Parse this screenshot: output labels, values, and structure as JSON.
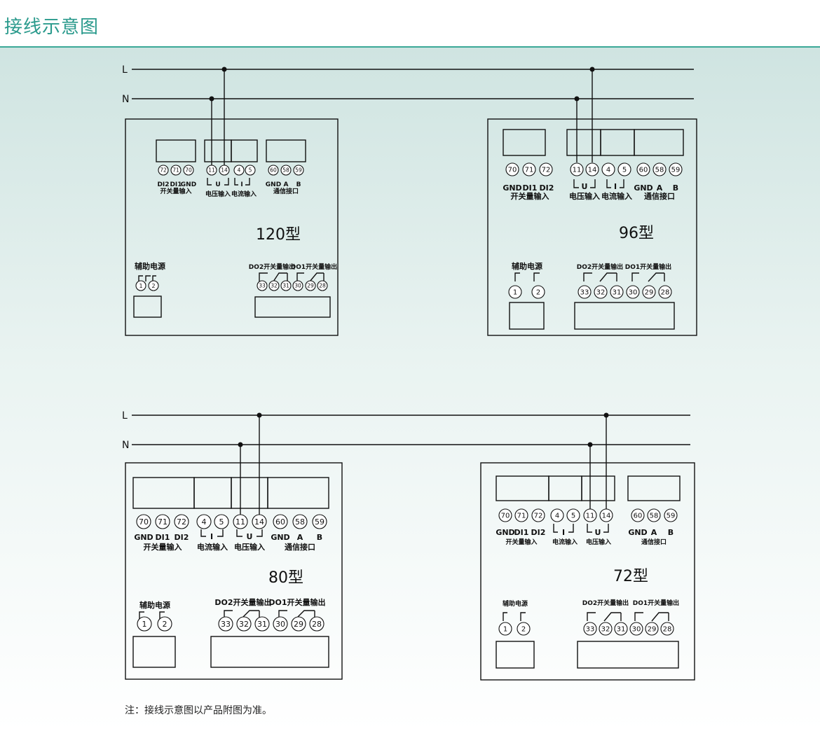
{
  "page": {
    "title": "接线示意图"
  },
  "lines": {
    "L": "L",
    "N": "N"
  },
  "labels": {
    "aux_power": "辅助电源",
    "do2": "DO2开关量输出",
    "do1": "DO1开关量输出",
    "switch_input": "开关量输入",
    "voltage_input": "电压输入",
    "current_input": "电流输入",
    "comm_port": "通信接口",
    "U": "U",
    "I": "I"
  },
  "models": {
    "m120": "120型",
    "m96": "96型",
    "m80": "80型",
    "m72": "72型"
  },
  "terminals": {
    "t120_di": [
      "72",
      "71",
      "70"
    ],
    "t120_di_names": [
      "DI2",
      "DI1",
      "GND"
    ],
    "t96_di": [
      "70",
      "71",
      "72"
    ],
    "t96_di_names": [
      "GND",
      "DI1",
      "DI2"
    ],
    "voltage": [
      "11",
      "14"
    ],
    "current": [
      "4",
      "5"
    ],
    "comm": [
      "60",
      "58",
      "59"
    ],
    "comm_names": [
      "GND",
      "A",
      "B"
    ],
    "aux": [
      "1",
      "2"
    ],
    "relay": [
      "33",
      "32",
      "31",
      "30",
      "29",
      "28"
    ]
  },
  "footnote": "注：接线示意图以产品附图为准。"
}
